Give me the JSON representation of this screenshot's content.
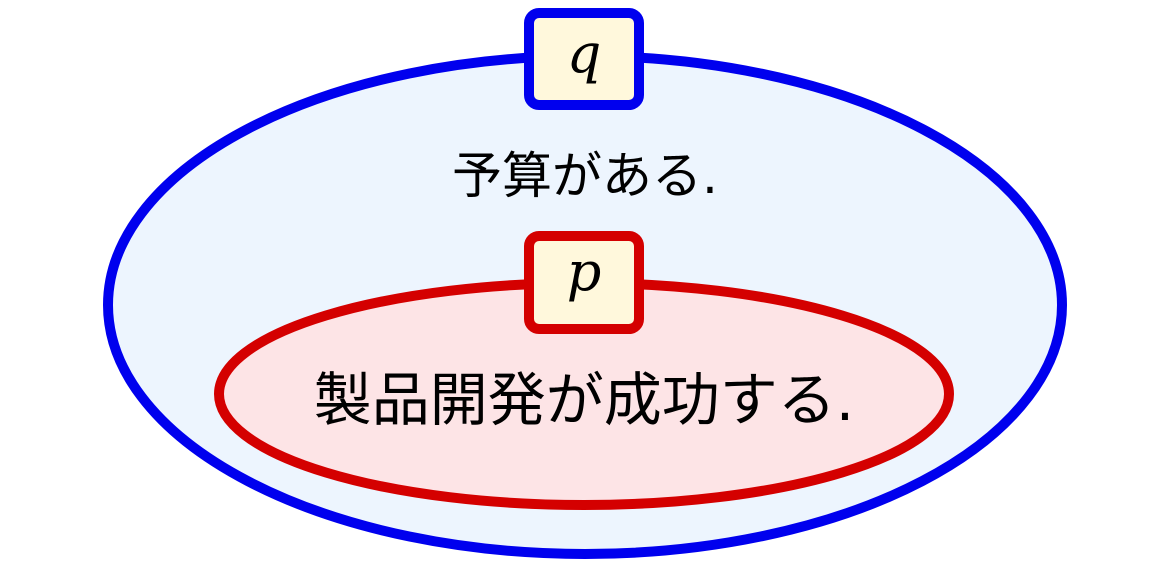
{
  "outer_set": {
    "label": "q",
    "text": "予算がある.",
    "stroke": "#0000ee",
    "fill": "#edf5fe"
  },
  "inner_set": {
    "label": "p",
    "text": "製品開発が成功する.",
    "stroke": "#d40000",
    "fill": "#fde4e6"
  },
  "label_box_fill": "#fff8dc"
}
